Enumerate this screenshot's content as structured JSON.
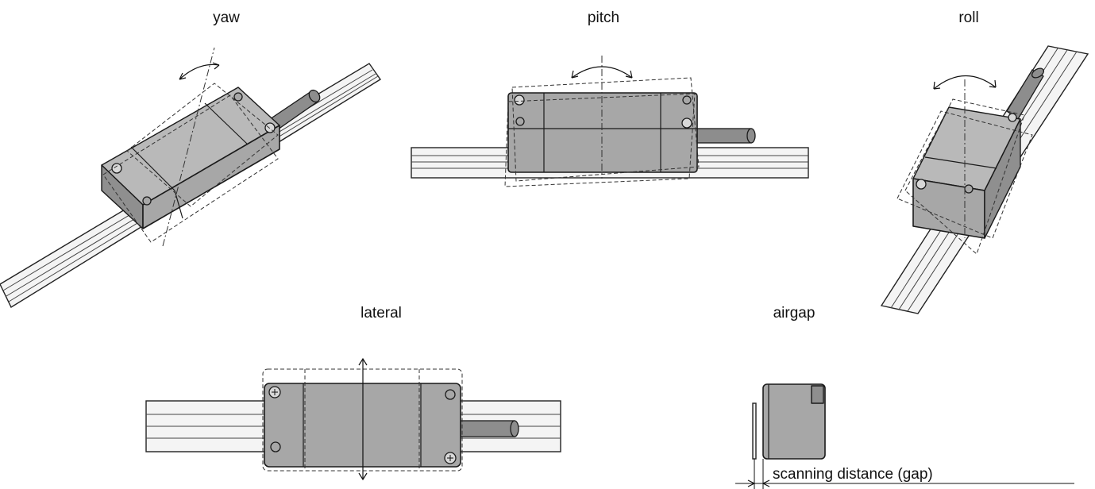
{
  "labels": {
    "yaw": "yaw",
    "pitch": "pitch",
    "roll": "roll",
    "lateral": "lateral",
    "airgap": "airgap",
    "scanning_distance": "scanning distance (gap)"
  }
}
